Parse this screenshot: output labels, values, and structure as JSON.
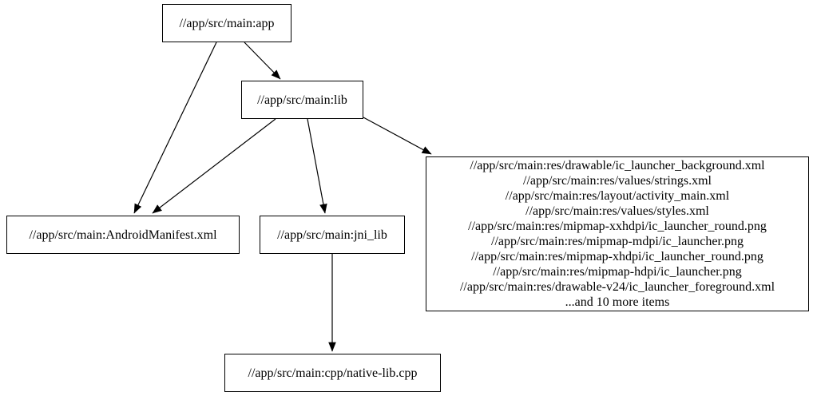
{
  "diagram": {
    "type": "build-dependency-graph",
    "background_color": "#ffffff",
    "node_border_color": "#000000",
    "edge_color": "#000000",
    "text_color": "#000000",
    "nodes": {
      "app": {
        "label": "//app/src/main:app"
      },
      "lib": {
        "label": "//app/src/main:lib"
      },
      "android_manifest": {
        "label": "//app/src/main:AndroidManifest.xml"
      },
      "jni_lib": {
        "label": "//app/src/main:jni_lib"
      },
      "resources": {
        "lines": [
          "//app/src/main:res/drawable/ic_launcher_background.xml",
          "//app/src/main:res/values/strings.xml",
          "//app/src/main:res/layout/activity_main.xml",
          "//app/src/main:res/values/styles.xml",
          "//app/src/main:res/mipmap-xxhdpi/ic_launcher_round.png",
          "//app/src/main:res/mipmap-mdpi/ic_launcher.png",
          "//app/src/main:res/mipmap-xhdpi/ic_launcher_round.png",
          "//app/src/main:res/mipmap-hdpi/ic_launcher.png",
          "//app/src/main:res/drawable-v24/ic_launcher_foreground.xml",
          "...and 10 more items"
        ]
      },
      "native_lib_cpp": {
        "label": "//app/src/main:cpp/native-lib.cpp"
      }
    },
    "edges": [
      {
        "from": "app",
        "to": "android_manifest"
      },
      {
        "from": "app",
        "to": "lib"
      },
      {
        "from": "lib",
        "to": "android_manifest"
      },
      {
        "from": "lib",
        "to": "jni_lib"
      },
      {
        "from": "lib",
        "to": "resources"
      },
      {
        "from": "jni_lib",
        "to": "native_lib_cpp"
      }
    ]
  }
}
